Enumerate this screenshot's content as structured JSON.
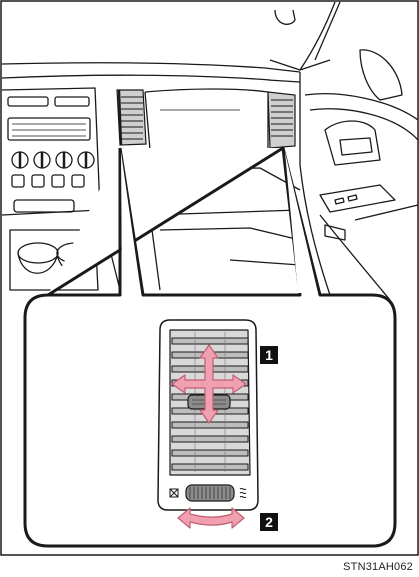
{
  "callouts": [
    {
      "number": "1",
      "meaning": "vent-direction-adjust"
    },
    {
      "number": "2",
      "meaning": "vent-airflow-dial"
    }
  ],
  "figure_code": "STN31AH062",
  "colors": {
    "line": "#1a1a1a",
    "vent_fill": "#d9d9d9",
    "vent_dark": "#8c8c8c",
    "arrow_pink": "#f0a0b0",
    "arrow_outline": "#c06070",
    "badge": "#111111"
  },
  "icons": {
    "airflow_closed": "vent-closed-icon",
    "airflow_open": "vent-open-icon"
  }
}
